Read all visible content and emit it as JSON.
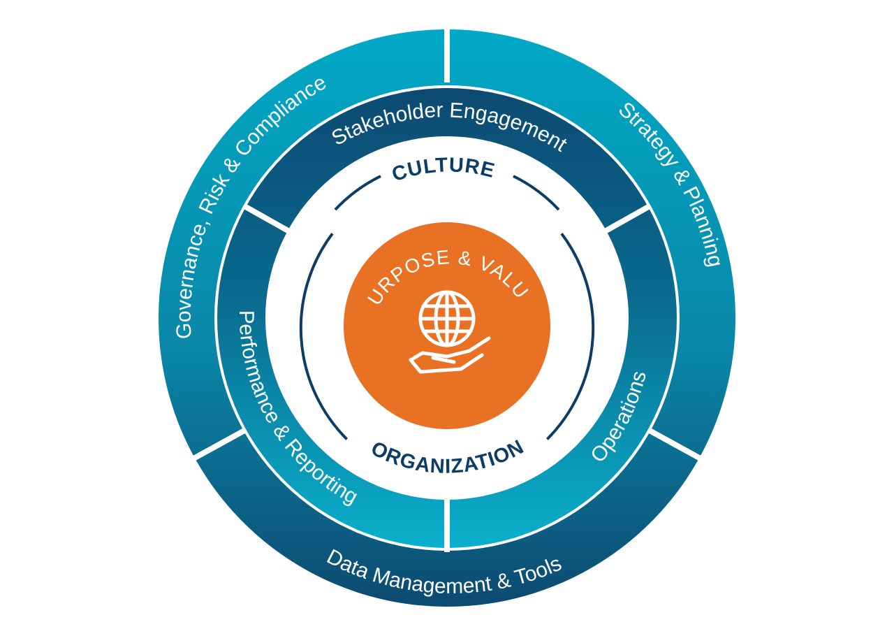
{
  "diagram": {
    "outer_ring": [
      {
        "label": "Governance, Risk & Compliance"
      },
      {
        "label": "Strategy & Planning"
      },
      {
        "label": "Data Management & Tools"
      }
    ],
    "inner_ring": [
      {
        "label": "Stakeholder Engagement"
      },
      {
        "label": "Operations"
      },
      {
        "label": "Performance & Reporting"
      }
    ],
    "middle_ring": {
      "top_label": "CULTURE",
      "bottom_label": "ORGANIZATION"
    },
    "core": {
      "label": "PURPOSE & VALUE",
      "icon": "globe-in-hand-icon"
    },
    "colors": {
      "outer_top": "#00a9c6",
      "outer_bottom": "#0d4a70",
      "inner_top": "#0c4a72",
      "inner_bottom": "#0ab0cc",
      "ring_line": "#0b3d66",
      "core": "#e87124"
    }
  }
}
